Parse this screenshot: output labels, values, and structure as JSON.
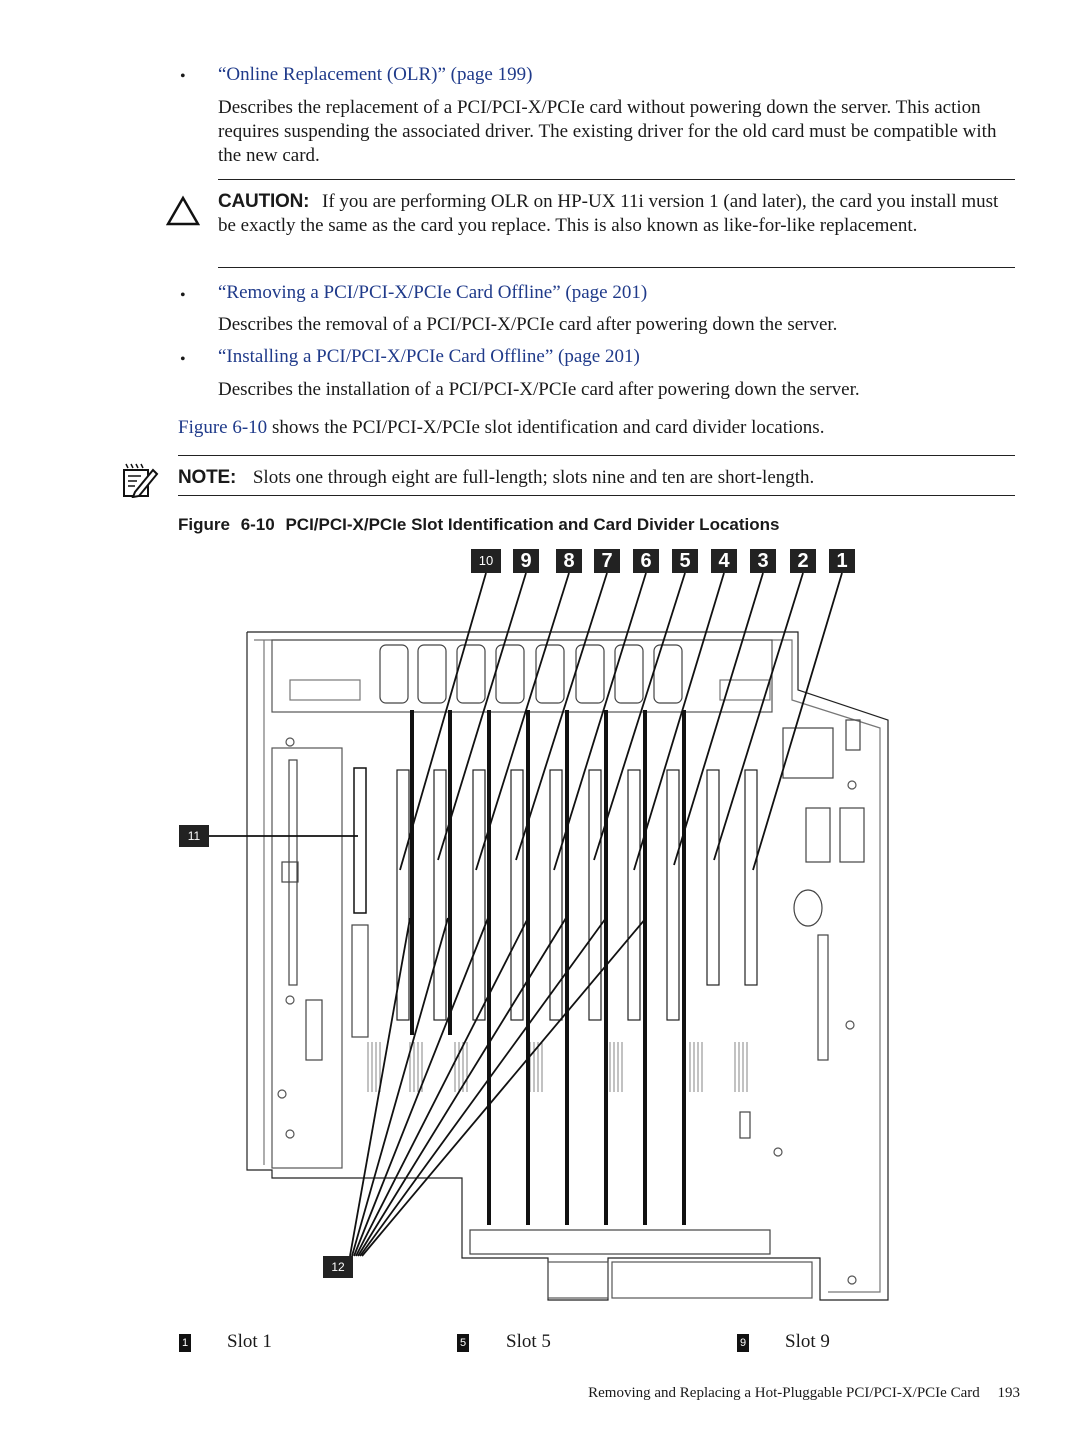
{
  "bullets": [
    {
      "link": "“Online Replacement (OLR)” (page 199)",
      "description": "Describes the replacement of a PCI/PCI-X/PCIe card without powering down the server. This action requires suspending the associated driver. The existing driver for the old card must be compatible with the new card."
    },
    {
      "link": "“Removing a PCI/PCI-X/PCIe Card Offline” (page 201)",
      "description": "Describes the removal of a PCI/PCI-X/PCIe card after powering down the server."
    },
    {
      "link": "“Installing a PCI/PCI-X/PCIe Card Offline” (page 201)",
      "description": "Describes the installation of a PCI/PCI-X/PCIe card after powering down the server."
    }
  ],
  "caution": {
    "label": "CAUTION:",
    "text": "If you are performing OLR on HP-UX 11i version 1 (and later), the card you install must be exactly the same as the card you replace. This is also known as like-for-like replacement."
  },
  "figure_ref": {
    "link": "Figure 6-10",
    "text": " shows the PCI/PCI-X/PCIe slot identification and card divider locations."
  },
  "note": {
    "label": "NOTE:",
    "text": "Slots one through eight are full-length; slots nine and ten are short-length."
  },
  "figure": {
    "caption_prefix": "Figure",
    "caption_number": "6-10",
    "caption_title": "PCI/PCI-X/PCIe Slot Identification and Card Divider Locations",
    "top_callouts": [
      "10",
      "9",
      "8",
      "7",
      "6",
      "5",
      "4",
      "3",
      "2",
      "1"
    ],
    "callout_11": "11",
    "callout_12": "12"
  },
  "legend": [
    {
      "num": "1",
      "label": "Slot 1"
    },
    {
      "num": "5",
      "label": "Slot 5"
    },
    {
      "num": "9",
      "label": "Slot 9"
    }
  ],
  "footer": {
    "text": "Removing and Replacing a Hot-Pluggable PCI/PCI-X/PCIe Card",
    "page": "193"
  },
  "colors": {
    "link": "#1f3a8a",
    "ink": "#1a1a1a"
  },
  "icons": {
    "caution": "caution-triangle-icon",
    "note": "note-pencil-icon"
  }
}
